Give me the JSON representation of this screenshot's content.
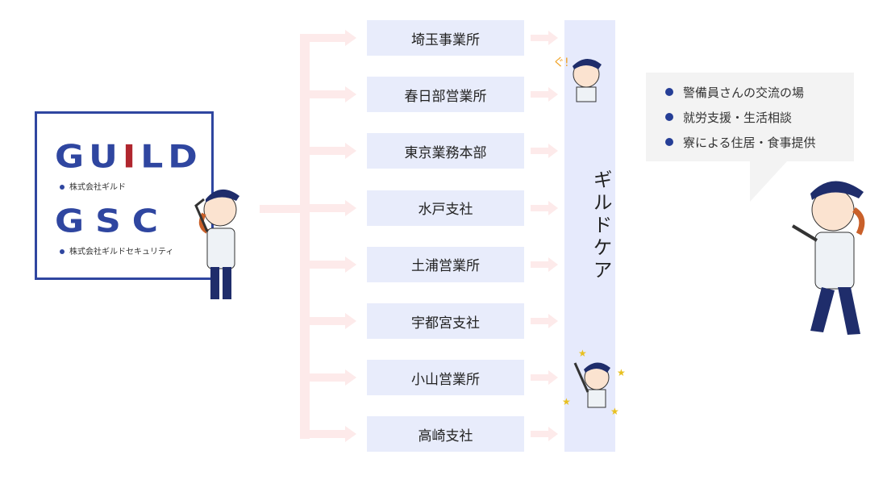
{
  "logos": {
    "guild_logo": "GUILD",
    "guild_company": "株式会社ギルド",
    "gsc_logo": "GSC",
    "gsc_company": "株式会社ギルドセキュリティ"
  },
  "offices": [
    "埼玉事業所",
    "春日部営業所",
    "東京業務本部",
    "水戸支社",
    "土浦営業所",
    "宇都宮支社",
    "小山営業所",
    "高崎支社"
  ],
  "guild_care": {
    "label": "ギルドケア"
  },
  "bubble": {
    "items": [
      "警備員さんの交流の場",
      "就労支援・生活相談",
      "寮による住居・食事提供"
    ]
  },
  "colors": {
    "brand_blue": "#2f46a0",
    "brand_red": "#b0262e",
    "arrow_pink": "#fdeaea",
    "office_bg": "#e8ecfb",
    "care_bg": "#e6eafc"
  }
}
